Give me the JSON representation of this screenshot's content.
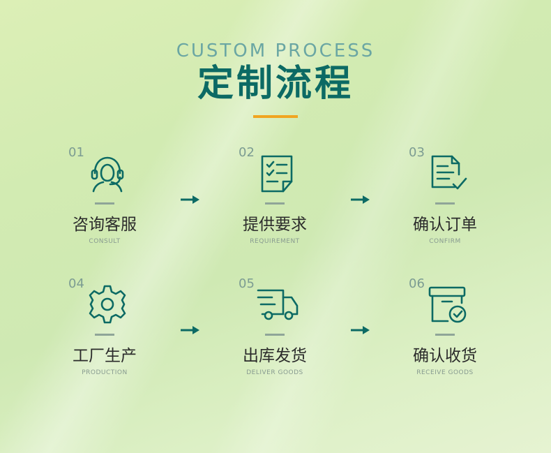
{
  "header": {
    "subtitle": "CUSTOM PROCESS",
    "title": "定制流程"
  },
  "colors": {
    "primary": "#0c6a64",
    "accent": "#f0a521",
    "text": "#2b2b2b",
    "muted": "#879a90"
  },
  "steps": [
    {
      "num": "01",
      "name": "咨询客服",
      "en": "CONSULT",
      "icon": "headset-person-icon"
    },
    {
      "num": "02",
      "name": "提供要求",
      "en": "REQUIREMENT",
      "icon": "checklist-document-icon"
    },
    {
      "num": "03",
      "name": "确认订单",
      "en": "CONFIRM",
      "icon": "document-check-icon"
    },
    {
      "num": "04",
      "name": "工厂生产",
      "en": "PRODUCTION",
      "icon": "gear-icon"
    },
    {
      "num": "05",
      "name": "出库发货",
      "en": "DELIVER GOODS",
      "icon": "delivery-truck-icon"
    },
    {
      "num": "06",
      "name": "确认收货",
      "en": "RECEIVE GOODS",
      "icon": "box-check-icon"
    }
  ]
}
